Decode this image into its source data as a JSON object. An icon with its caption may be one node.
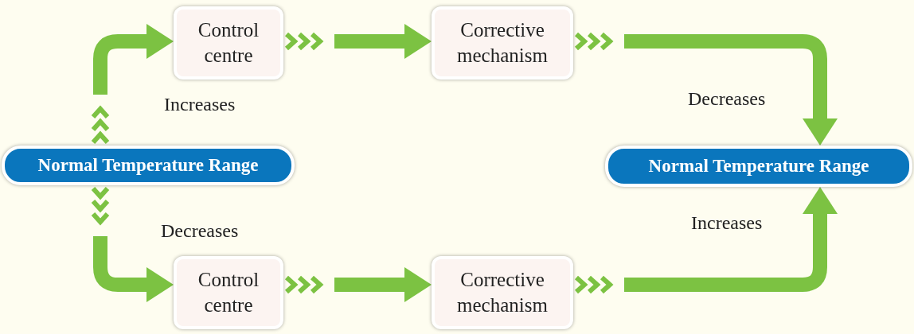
{
  "diagram": {
    "nodes": [
      {
        "text": [
          "Normal Temperature Range"
        ]
      },
      {
        "text": [
          "Control centre"
        ]
      },
      {
        "text": [
          "Corrective mechanism"
        ]
      },
      {
        "text": [
          "Normal Temperature Range"
        ]
      },
      {
        "text": [
          "Control centre"
        ]
      },
      {
        "text": [
          "Corrective mechanism"
        ]
      }
    ],
    "edges": [
      {
        "from": 0,
        "to": 1,
        "arrow": "to",
        "label": "Increases"
      },
      {
        "from": 1,
        "to": 2,
        "arrow": "to"
      },
      {
        "from": 2,
        "to": 3,
        "arrow": "to",
        "label": "Decreases"
      },
      {
        "from": 0,
        "to": 4,
        "arrow": "to",
        "label": "Decreases"
      },
      {
        "from": 4,
        "to": 5,
        "arrow": "to"
      },
      {
        "from": 5,
        "to": 3,
        "arrow": "to",
        "label": "Increases"
      }
    ]
  }
}
